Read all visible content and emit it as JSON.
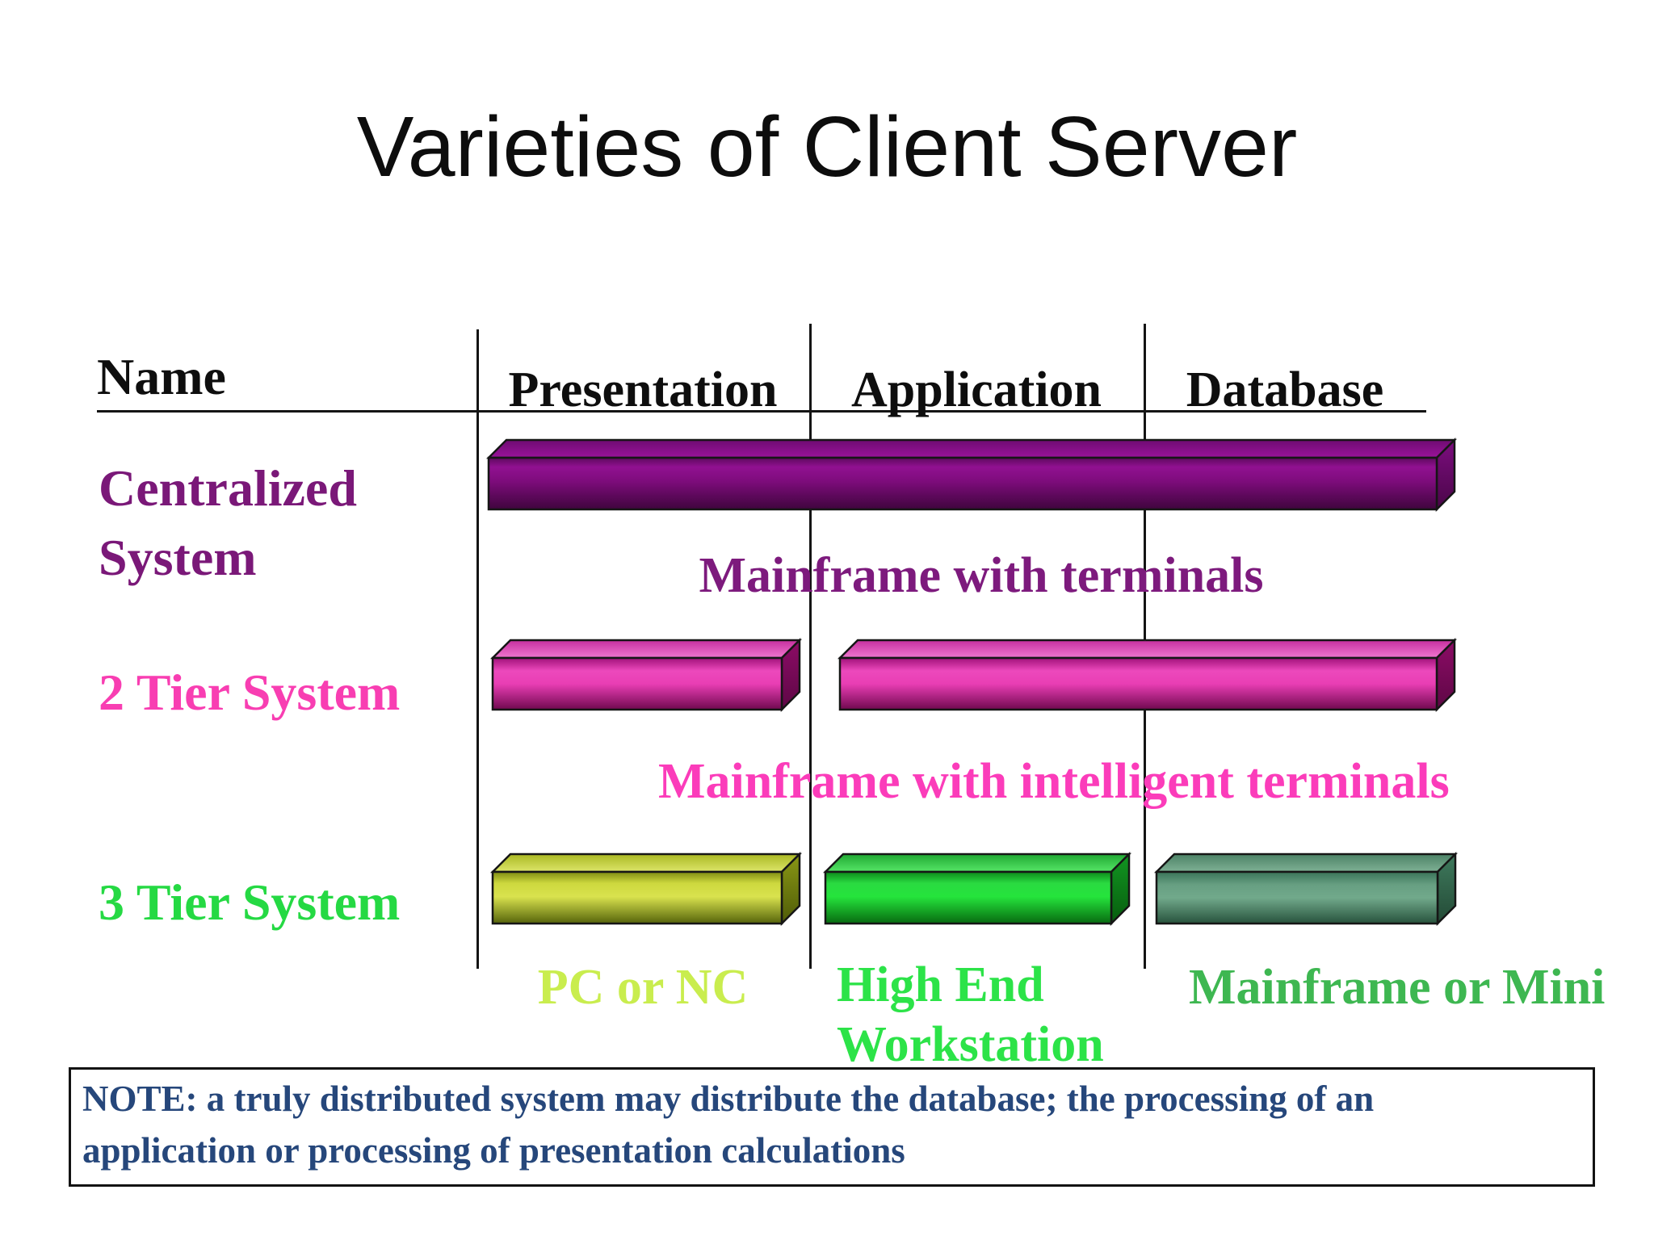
{
  "title": "Varieties of Client Server",
  "headers": {
    "name": "Name",
    "presentation": "Presentation",
    "application": "Application",
    "database": "Database"
  },
  "rows": {
    "centralized": {
      "label": "Centralized System",
      "caption": "Mainframe with terminals"
    },
    "tier2": {
      "label": "2 Tier System",
      "caption": "Mainframe with intelligent terminals"
    },
    "tier3": {
      "label": "3 Tier System",
      "caption_presentation": "PC or NC",
      "caption_application": "High End Workstation",
      "caption_database": "Mainframe or Mini"
    }
  },
  "note": {
    "lines": [
      "NOTE: a truly distributed system may distribute the database; the processing of an",
      "application or processing of presentation calculations"
    ]
  },
  "palette": {
    "title_text": "#0d0d0d",
    "table_lines": "#141414",
    "centralized_label": "#7a1878",
    "centralized_caption": "#7d1a7d",
    "tier2_label": "#f83eb2",
    "tier2_caption": "#fb3cba",
    "tier3_label": "#25d943",
    "pc_or_nc_caption": "#c9ed4e",
    "high_end_caption": "#2ce348",
    "mainframe_mini_caption": "#3eb751",
    "note_text": "#26477b",
    "bar_purple": "#7e0c7c",
    "bar_magenta": "#e93eb4",
    "bar_yellow_green": "#cdd83e",
    "bar_green": "#25e43c",
    "bar_sea_green": "#679f82"
  },
  "bars": {
    "centralized": {
      "name": "mainframe-with-terminals-bar",
      "front": [
        [
          "0%",
          "#5c095c"
        ],
        [
          "18%",
          "#911191"
        ],
        [
          "45%",
          "#7e0c7c"
        ],
        [
          "100%",
          "#3f053d"
        ]
      ],
      "top": [
        [
          "0%",
          "#6e0b71"
        ],
        [
          "100%",
          "#9a139b"
        ]
      ],
      "side": [
        [
          "0%",
          "#7c0d7f"
        ],
        [
          "100%",
          "#4a0648"
        ]
      ]
    },
    "tier2_presentation": {
      "name": "tier2-presentation-bar",
      "front": [
        [
          "0%",
          "#a01179"
        ],
        [
          "25%",
          "#ec49bc"
        ],
        [
          "50%",
          "#e93eb4"
        ],
        [
          "100%",
          "#70094f"
        ]
      ],
      "top": [
        [
          "0%",
          "#c62f9f"
        ],
        [
          "100%",
          "#f077cf"
        ]
      ],
      "side": [
        [
          "0%",
          "#8c0c66"
        ],
        [
          "100%",
          "#5e0745"
        ]
      ]
    },
    "tier2_app_db": {
      "name": "tier2-application-database-bar",
      "front": [
        [
          "0%",
          "#a01179"
        ],
        [
          "25%",
          "#ec49bc"
        ],
        [
          "50%",
          "#e93eb4"
        ],
        [
          "100%",
          "#70094f"
        ]
      ],
      "top": [
        [
          "0%",
          "#c62f9f"
        ],
        [
          "100%",
          "#f077cf"
        ]
      ],
      "side": [
        [
          "0%",
          "#8c0c66"
        ],
        [
          "100%",
          "#5e0745"
        ]
      ]
    },
    "tier3_presentation": {
      "name": "tier3-presentation-bar",
      "front": [
        [
          "0%",
          "#7f8c12"
        ],
        [
          "22%",
          "#cdd83e"
        ],
        [
          "48%",
          "#d9e24e"
        ],
        [
          "100%",
          "#55630a"
        ]
      ],
      "top": [
        [
          "0%",
          "#aab822"
        ],
        [
          "100%",
          "#dde66a"
        ]
      ],
      "side": [
        [
          "0%",
          "#8a9715"
        ],
        [
          "100%",
          "#4f5c08"
        ]
      ]
    },
    "tier3_application": {
      "name": "tier3-application-bar",
      "front": [
        [
          "0%",
          "#0c8a1a"
        ],
        [
          "22%",
          "#2ada41"
        ],
        [
          "48%",
          "#25e43c"
        ],
        [
          "100%",
          "#076a10"
        ]
      ],
      "top": [
        [
          "0%",
          "#1fa832"
        ],
        [
          "100%",
          "#56e667"
        ]
      ],
      "side": [
        [
          "0%",
          "#129622"
        ],
        [
          "100%",
          "#075d0e"
        ]
      ]
    },
    "tier3_database": {
      "name": "tier3-database-bar",
      "front": [
        [
          "0%",
          "#3a7459"
        ],
        [
          "25%",
          "#679f82"
        ],
        [
          "50%",
          "#71a98b"
        ],
        [
          "100%",
          "#27523c"
        ]
      ],
      "top": [
        [
          "0%",
          "#4c8266"
        ],
        [
          "100%",
          "#7fb195"
        ]
      ],
      "side": [
        [
          "0%",
          "#3f7a5d"
        ],
        [
          "100%",
          "#234a36"
        ]
      ]
    }
  }
}
